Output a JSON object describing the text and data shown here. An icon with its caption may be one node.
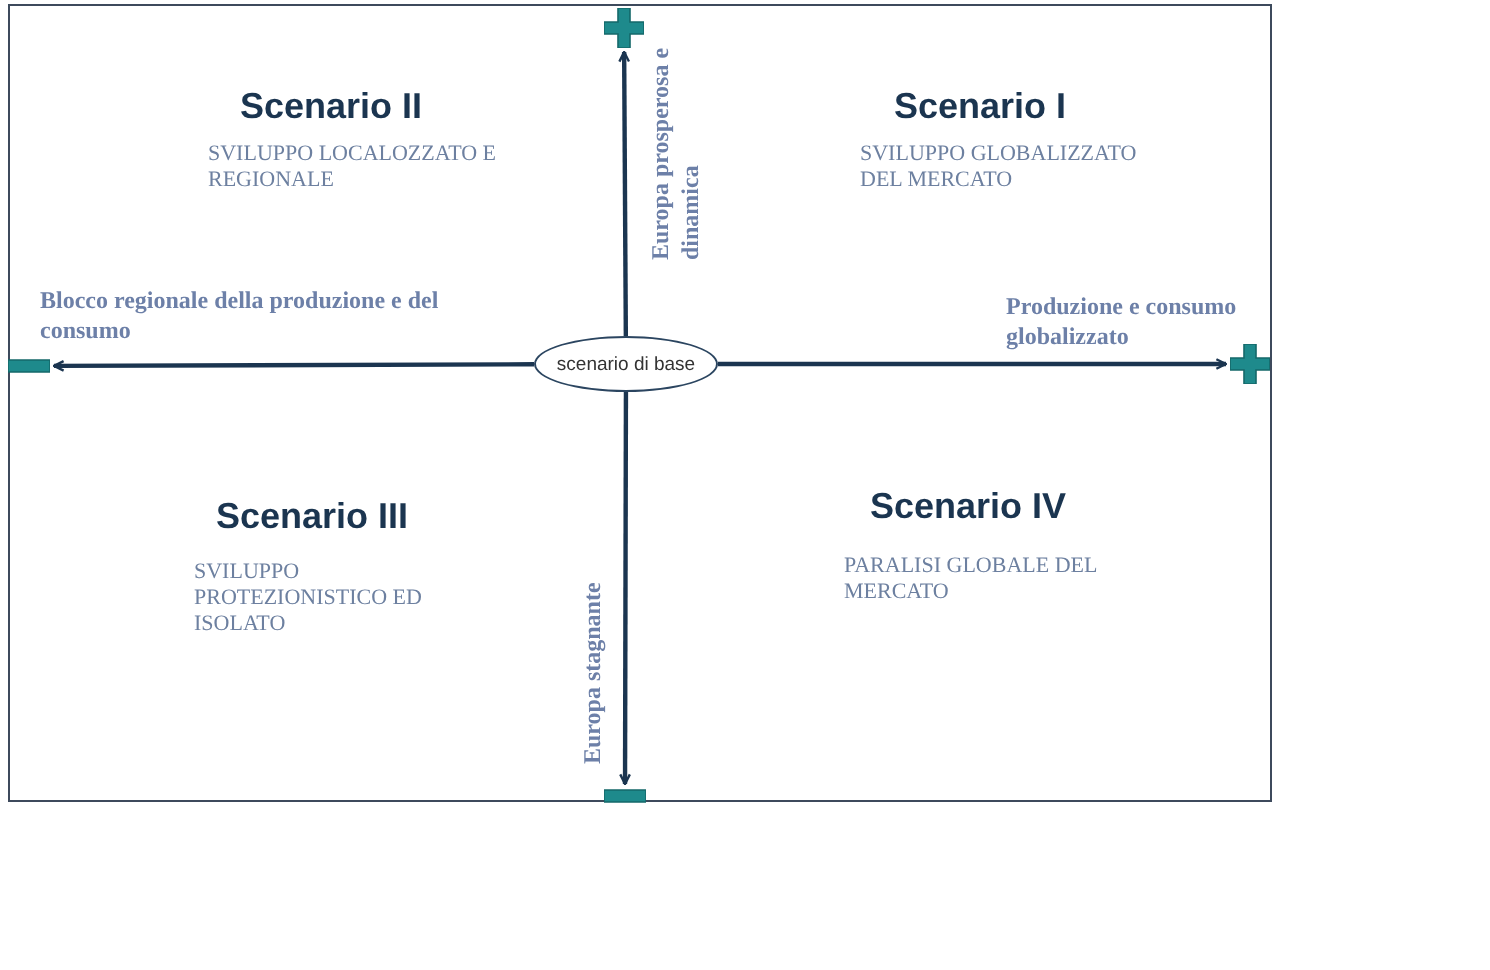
{
  "diagram": {
    "nodes": [
      {
        "text": [
          "scenario di base"
        ]
      },
      {
        "text": [],
        "shape": "plus",
        "beside": [
          "Europa prosperosa e dinamica"
        ]
      },
      {
        "text": [],
        "shape": "bar",
        "beside": [
          "Blocco regionale della produzione e del consumo"
        ]
      },
      {
        "text": [],
        "shape": "plus",
        "beside": [
          "Produzione e consumo globalizzato"
        ]
      },
      {
        "text": [],
        "shape": "bar",
        "beside": [
          "Europa stagnante"
        ]
      }
    ],
    "edges": [
      {
        "from": 0,
        "to": 1,
        "arrow": "to"
      },
      {
        "from": 0,
        "to": 2,
        "arrow": "to"
      },
      {
        "from": 0,
        "to": 3,
        "arrow": "to"
      },
      {
        "from": 0,
        "to": 4,
        "arrow": "to"
      }
    ],
    "labels": [
      "Scenario II",
      "SVILUPPO LOCALOZZATO E REGIONALE",
      "Scenario I",
      "SVILUPPO GLOBALIZZATO DEL MERCATO",
      "Scenario III",
      "SVILUPPO PROTEZIONISTICO ED ISOLATO",
      "Scenario IV",
      "PARALISI GLOBALE DEL MERCATO"
    ]
  }
}
